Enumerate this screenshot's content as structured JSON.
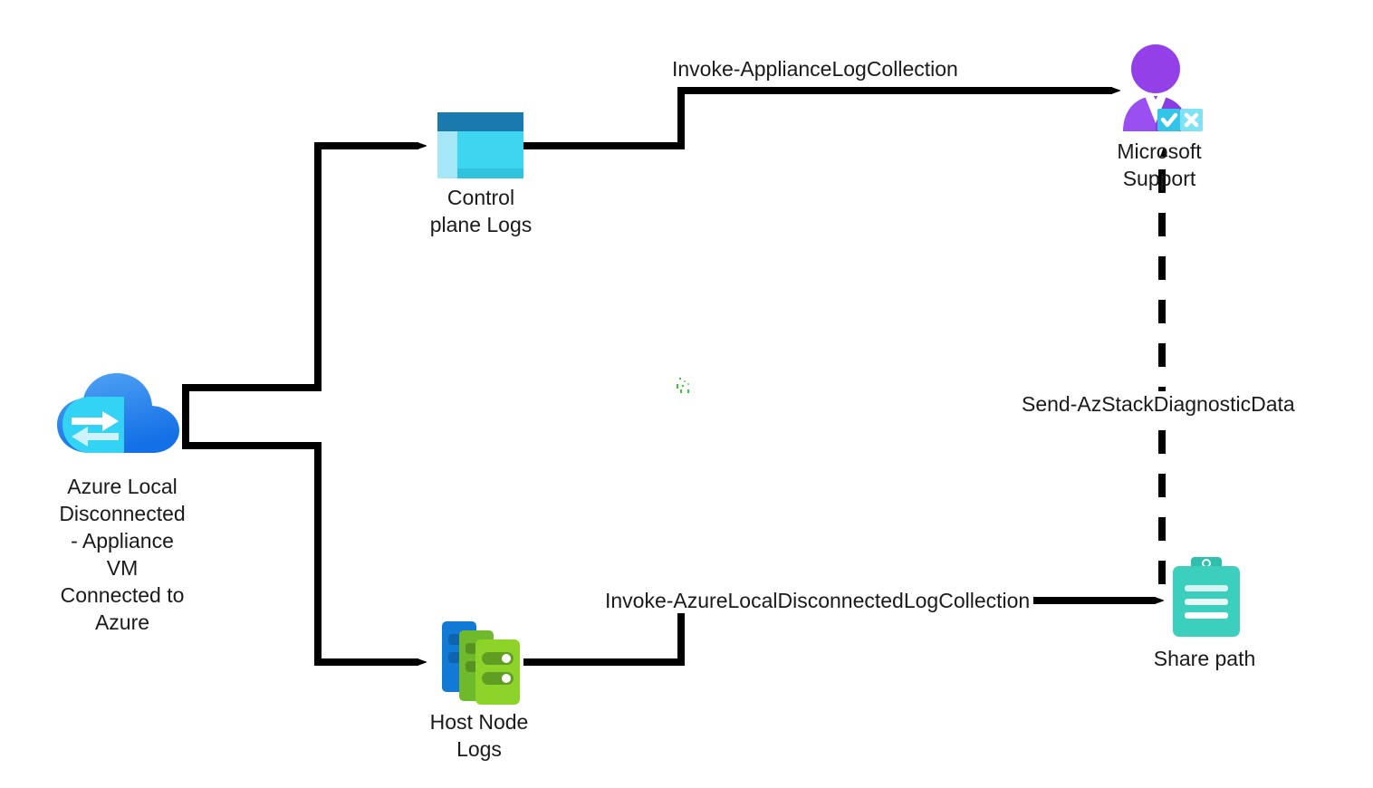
{
  "diagram": {
    "title": "Azure Local Disconnected log collection flow",
    "background": "#ffffff",
    "nodes": [
      {
        "id": "azure-local-vm",
        "icon": "azure-cloud-sync-icon",
        "label": "Azure Local\nDisconnected\n- Appliance\nVM\nConnected to\nAzure",
        "colors": {
          "cloud_top": "#4a9bf0",
          "cloud_bottom": "#1b72e8",
          "sync_badge": "#32d3f5",
          "arrow_light": "#cbf3fd"
        }
      },
      {
        "id": "control-plane-logs",
        "icon": "log-window-icon",
        "label": "Control\nplane Logs",
        "colors": {
          "header": "#1a79ad",
          "sidebar": "#a5e6f7",
          "body": "#3ed5f0",
          "footer": "#2fc3e0"
        }
      },
      {
        "id": "host-node-logs",
        "icon": "server-stack-icon",
        "label": "Host Node\nLogs",
        "colors": {
          "back_card": "#1279d4",
          "mid_card": "#6fb92c",
          "front_card": "#8ed32a",
          "slot": "#5a9c1f",
          "dot": "#ffffff"
        }
      },
      {
        "id": "microsoft-support",
        "icon": "support-person-icon",
        "label": "Microsoft\nSupport",
        "colors": {
          "person_head": "#9340e8",
          "person_body_left": "#9a4ff0",
          "person_body_right": "#8a3de0",
          "collar": "#ffffff",
          "badge_check": "#32c5e8",
          "badge_close": "#7fe3f5"
        }
      },
      {
        "id": "share-path",
        "icon": "clipboard-icon",
        "label": "Share path",
        "colors": {
          "board": "#3ccfbd",
          "clip": "#2fbfae",
          "line": "#ffffff"
        }
      }
    ],
    "edges": [
      {
        "id": "edge-appliance-log-collection",
        "label": "Invoke-ApplianceLogCollection",
        "from": "control-plane-logs",
        "to": "microsoft-support",
        "style": "solid",
        "arrow": "end"
      },
      {
        "id": "edge-azure-local-disconnected-log-collection",
        "label": "Invoke-AzureLocalDisconnectedLogCollection",
        "from": "host-node-logs",
        "to": "share-path",
        "style": "solid",
        "arrow": "end"
      },
      {
        "id": "edge-send-azstack-diagnostic-data",
        "label": "Send-AzStackDiagnosticData",
        "from": "share-path",
        "to": "microsoft-support",
        "style": "dashed",
        "arrow": "end"
      },
      {
        "id": "edge-vm-to-control-plane",
        "label": "",
        "from": "azure-local-vm",
        "to": "control-plane-logs",
        "style": "solid",
        "arrow": "end"
      },
      {
        "id": "edge-vm-to-host-node",
        "label": "",
        "from": "azure-local-vm",
        "to": "host-node-logs",
        "style": "solid",
        "arrow": "end"
      }
    ],
    "line_color": "#000000"
  }
}
